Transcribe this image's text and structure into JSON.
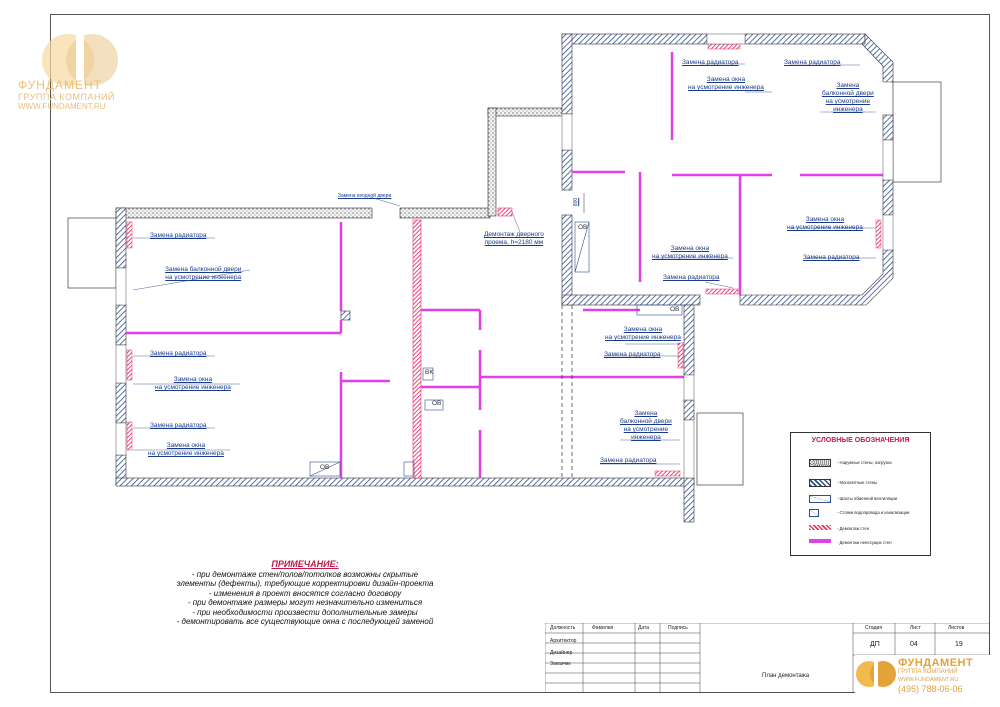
{
  "brand": {
    "name": "ФУНДАМЕНТ",
    "subtitle": "ГРУППА КОМПАНИЙ",
    "url": "WWW.FUNDAMENT.RU",
    "phone": "(495) 788-06-06",
    "color": "#e2a33a"
  },
  "plan_labels": {
    "radiator_1": "Замена радиатора",
    "balcony_1": "Замена балконной двери\nна усмотрение инженера",
    "radiator_2": "Замена радиатора",
    "window_1": "Замена окна\nна усмотрение инженера",
    "radiator_3": "Замена радиатора",
    "window_2": "Замена окна\nна усмотрение инженера",
    "entry_door": "Замена входной двери",
    "doorway": "Демонтаж дверного\nпроема, h=2180 мм",
    "dim_800": "800",
    "radiator_top": "Замена радиатора",
    "window_top": "Замена окна\nна усмотрение инженера",
    "radiator_top_right": "Замена радиатора",
    "balcony_top_right": "Замена\nбалконной двери\nна усмотрение\nинженера",
    "window_mid": "Замена окна\nна усмотрение инженера",
    "radiator_mid": "Замена радиатора",
    "window_right": "Замена окна\nна усмотрение инженера",
    "radiator_right": "Замена радиатора",
    "window_center": "Замена окна\nна усмотрение инженера",
    "radiator_center": "Замена радиатора",
    "balcony_bottom": "Замена\nбалконной двери\nна усмотрение\nинженера",
    "radiator_bottom": "Замена радиатора",
    "ob1": "ОВ",
    "ob2": "ОВ",
    "ob3": "ОВ",
    "ob4": "ОВ",
    "vk": "ВК"
  },
  "notes": {
    "title": "ПРИМЕЧАНИЕ:",
    "lines": [
      "- при демонтаже стен/полов/потолков возможны скрытые",
      "элементы (дефекты), требующие корректировки дизайн-проекта",
      "- изменения в проект вносятся согласно договору",
      "- при демонтаже размеры могут незначительно измениться",
      "- при необходимости произвести дополнительные замеры",
      "- демонтировать все существующие окна с последующей заменой"
    ]
  },
  "legend": {
    "title": "УСЛОВНЫЕ ОБОЗНАЧЕНИЯ",
    "items": [
      {
        "text": "- Наружные стены, нагрузка",
        "type": "exterior"
      },
      {
        "text": "- Монолитные стены",
        "type": "monolith"
      },
      {
        "text": "- Шахты обменной вентиляции",
        "type": "shaft"
      },
      {
        "text": "- Стояки водопровода и канализации",
        "type": "riser"
      },
      {
        "text": "- Демонтаж стен",
        "type": "demo"
      },
      {
        "text": "- Демонтаж ненесущих стен",
        "type": "demo2"
      }
    ]
  },
  "title_block": {
    "headers": [
      "Должность",
      "Фамилия",
      "Дата",
      "Подпись"
    ],
    "roles": [
      "Архитектор",
      "Дизайнер",
      "Заказчик"
    ],
    "stage_label": "Стадия",
    "sheet_label": "Лист",
    "sheets_label": "Листов",
    "stage": "ДП",
    "sheet": "04",
    "sheets": "19",
    "drawing_title": "План демонтажа"
  },
  "colors": {
    "demolition": "#e8336b",
    "partition": "#e040e8",
    "wall": "#2f4f8f",
    "label": "#1a3a8a",
    "notes_title": "#c0184a"
  }
}
